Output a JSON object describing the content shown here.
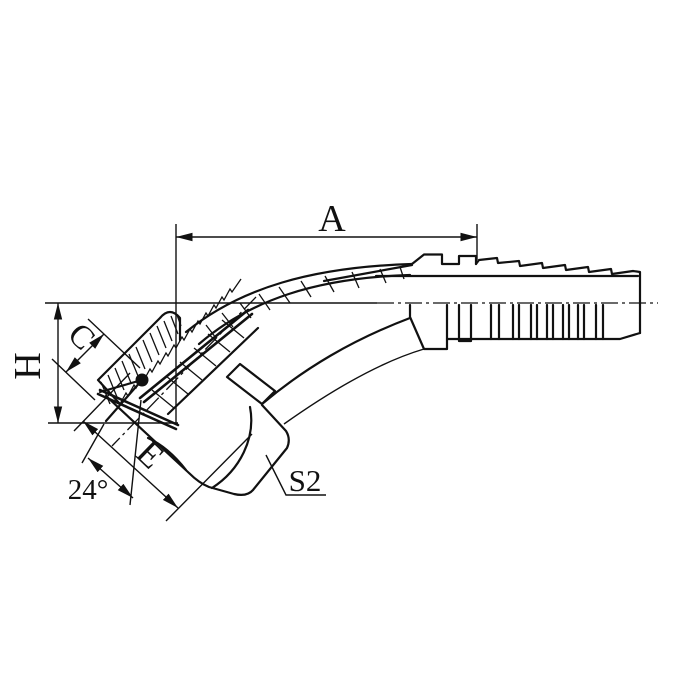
{
  "figure": {
    "type": "technical-line-drawing",
    "subject": "45-degree elbow hose fitting with 24-degree cone swivel nut, half-section view",
    "background_color": "#ffffff",
    "line_color": "#111111"
  },
  "labels": {
    "dim_a": "A",
    "dim_h": "H",
    "dim_c": "C",
    "dim_e": "E",
    "cone_angle": "24°",
    "hex_size": "S2"
  }
}
